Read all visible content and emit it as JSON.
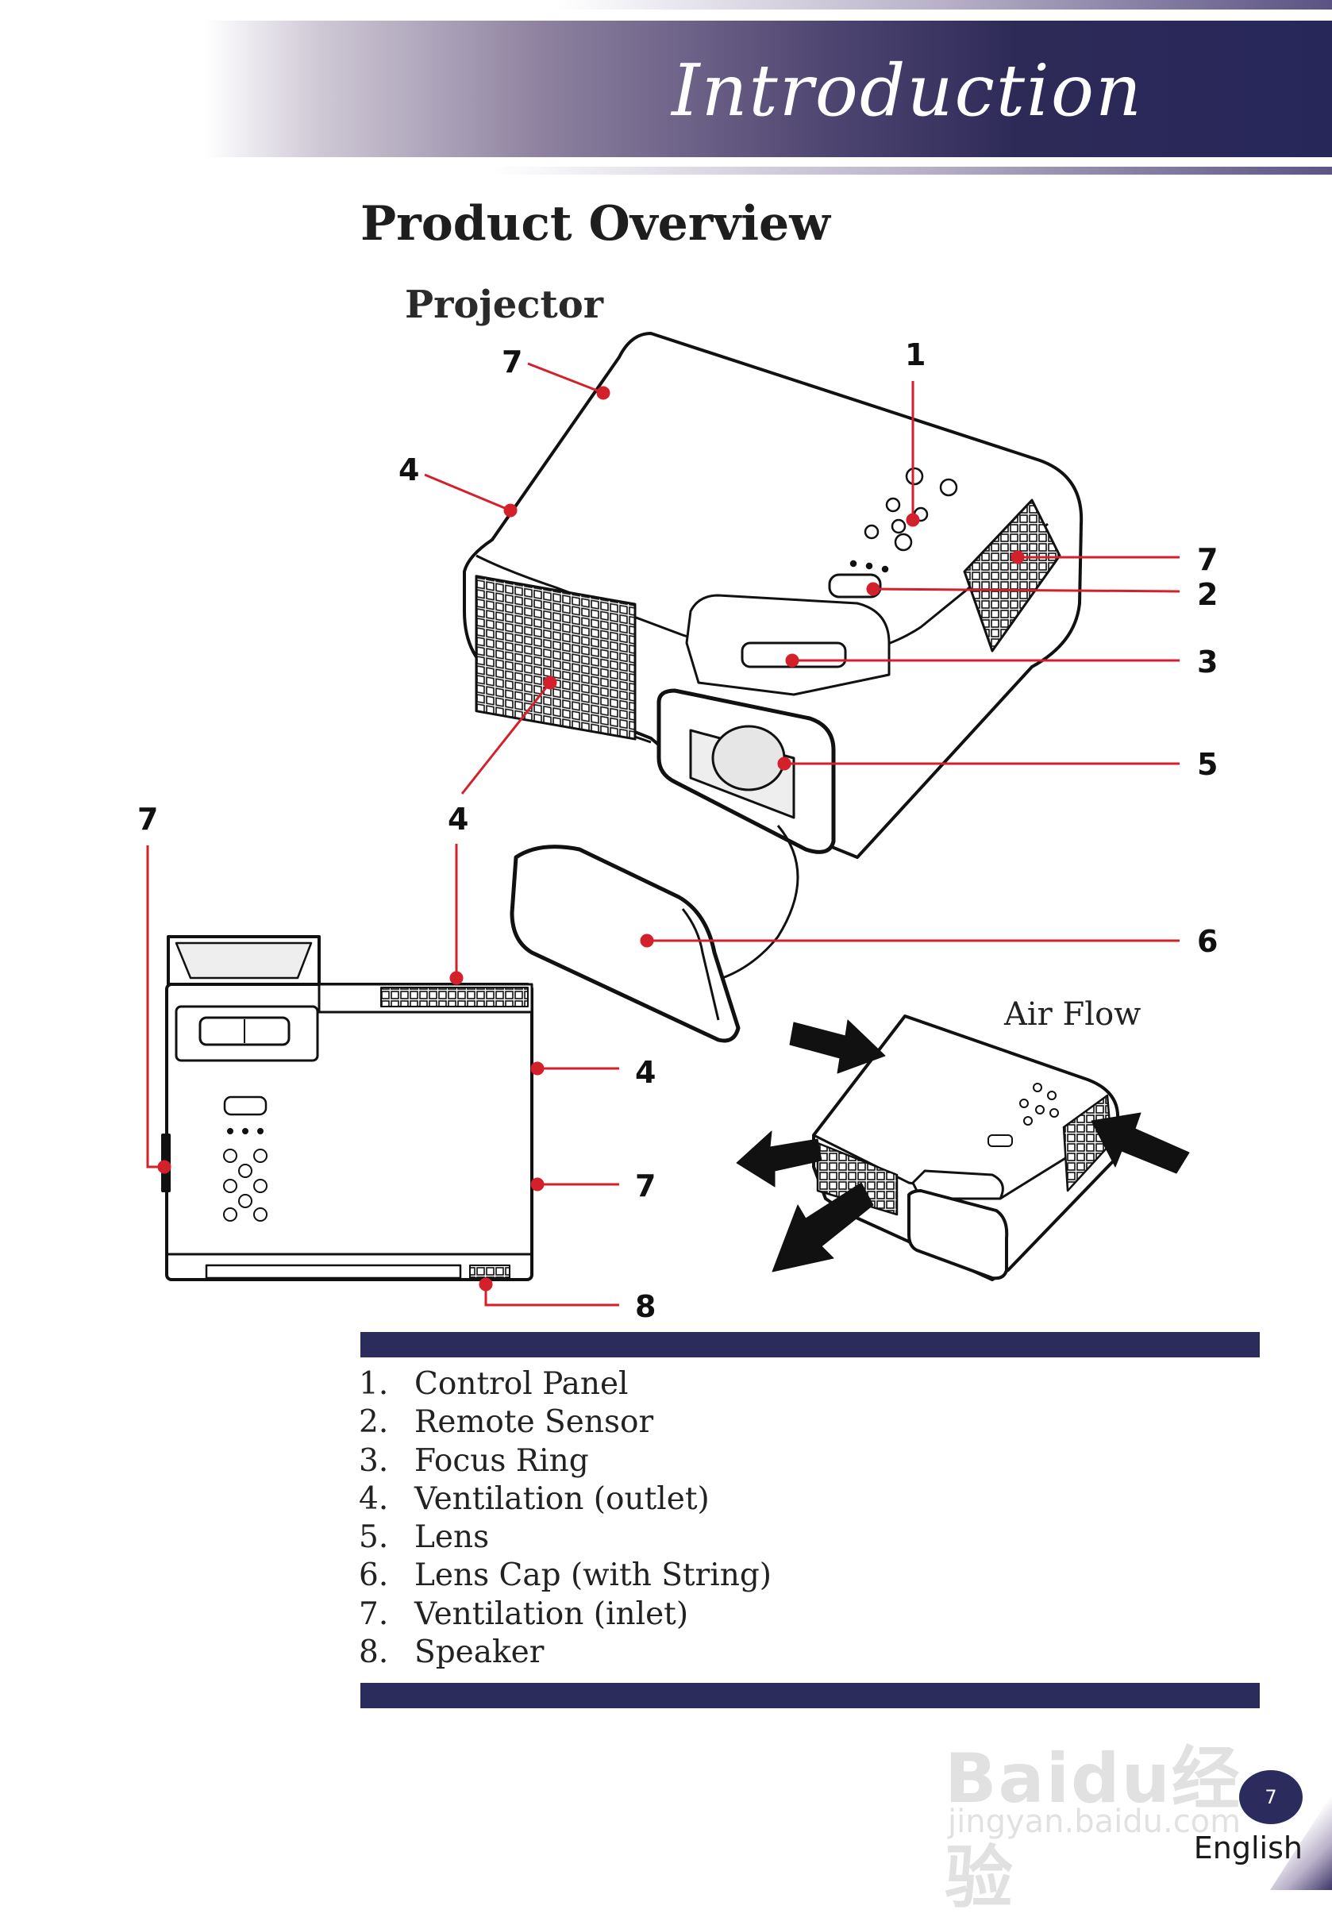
{
  "header": {
    "section_title": "Introduction"
  },
  "page": {
    "title": "Product Overview",
    "subtitle": "Projector",
    "air_flow_label": "Air Flow"
  },
  "callouts": {
    "main": [
      "7",
      "1",
      "4",
      "7",
      "2",
      "3",
      "5",
      "4",
      "6"
    ],
    "rear": [
      "7",
      "4",
      "4",
      "7",
      "8"
    ]
  },
  "parts": [
    {
      "num": "1.",
      "label": "Control Panel"
    },
    {
      "num": "2.",
      "label": "Remote Sensor"
    },
    {
      "num": "3.",
      "label": "Focus Ring"
    },
    {
      "num": "4.",
      "label": "Ventilation (outlet)"
    },
    {
      "num": "5.",
      "label": "Lens"
    },
    {
      "num": "6.",
      "label": "Lens Cap (with String)"
    },
    {
      "num": "7.",
      "label": "Ventilation (inlet)"
    },
    {
      "num": "8.",
      "label": "Speaker"
    }
  ],
  "footer": {
    "page_number": "7",
    "language": "English"
  },
  "watermark": {
    "logo": "Baidu经验",
    "url": "jingyan.baidu.com"
  },
  "colors": {
    "header_navy": "#27275a",
    "rule_navy": "#2c2c5c",
    "callout_red": "#d4202b"
  }
}
